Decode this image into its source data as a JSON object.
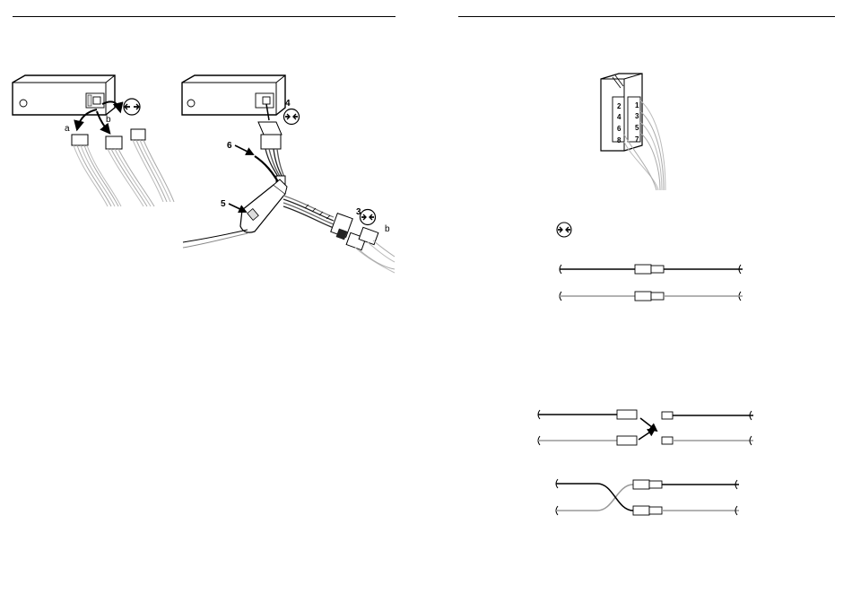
{
  "left_page": {
    "figure_a": {
      "label_a": "a",
      "label_b": "b"
    },
    "figure_b": {
      "callout_3": "3",
      "callout_4": "4",
      "callout_5": "5",
      "callout_6": "6",
      "label_b": "b"
    }
  },
  "right_page": {
    "iso_connector": {
      "pins": [
        "1",
        "2",
        "3",
        "4",
        "5",
        "6",
        "7",
        "8"
      ]
    }
  }
}
